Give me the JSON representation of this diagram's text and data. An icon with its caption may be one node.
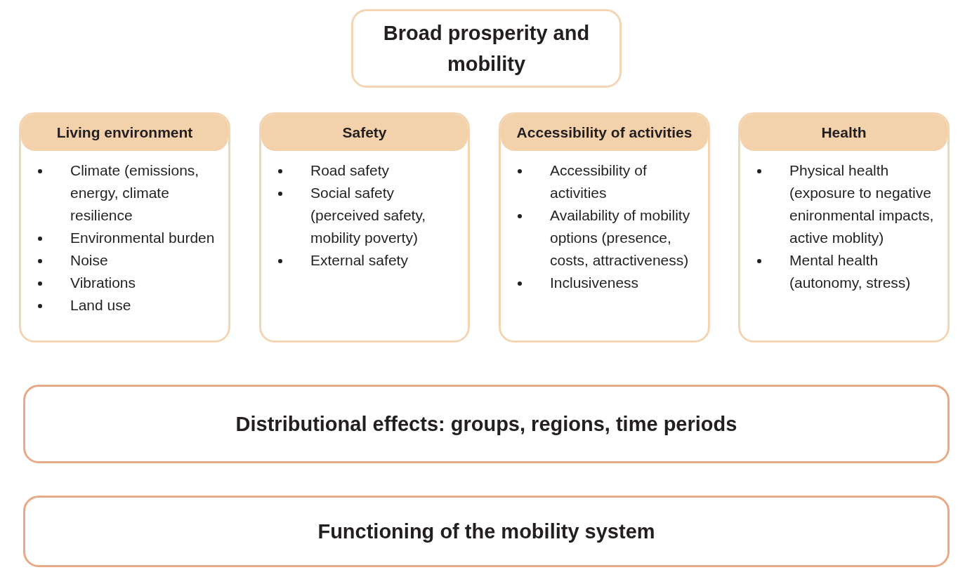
{
  "diagram": {
    "nodes": [
      {
        "text": [
          "Broad prosperity and mobility"
        ]
      },
      {
        "text": [
          "Living environment",
          "Climate (emissions, energy, climate resilience",
          "Environmental burden",
          "Noise",
          "Vibrations",
          "Land use"
        ]
      },
      {
        "text": [
          "Safety",
          "Road safety",
          "Social safety (perceived safety, mobility poverty)",
          "External safety"
        ]
      },
      {
        "text": [
          "Accessibility of activities",
          "Accessibility of activities",
          "Availability of mobility options (presence, costs, attractiveness)",
          "Inclusiveness"
        ]
      },
      {
        "text": [
          "Health",
          "Physical health (exposure to negative enironmental impacts, active moblity)",
          "Mental health (autonomy, stress)"
        ]
      },
      {
        "text": [
          "Distributional effects: groups, regions, time periods"
        ]
      },
      {
        "text": [
          "Functioning of the mobility system"
        ]
      }
    ],
    "edges": []
  }
}
